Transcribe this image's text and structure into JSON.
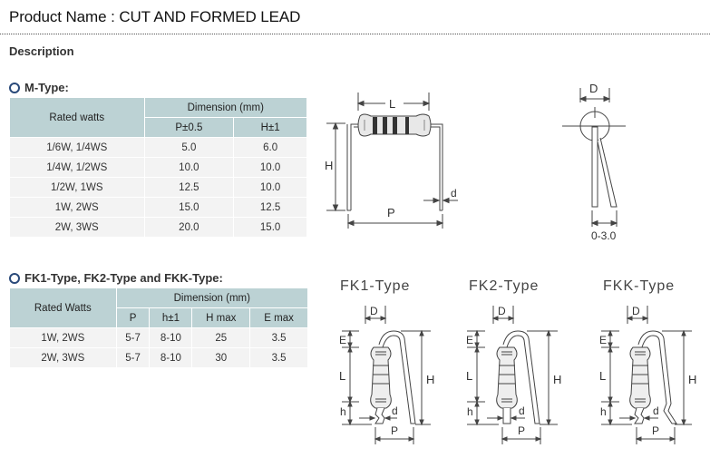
{
  "header": {
    "title": "Product Name : CUT AND FORMED LEAD",
    "section_label": "Description"
  },
  "m_type": {
    "heading": "M-Type:",
    "icon": "circle-bullet-icon",
    "table": {
      "col_rated": "Rated watts",
      "col_group": "Dimension (mm)",
      "col_p": "P±0.5",
      "col_h": "H±1",
      "rows": [
        {
          "rated": "1/6W, 1/4WS",
          "p": "5.0",
          "h": "6.0"
        },
        {
          "rated": "1/4W, 1/2WS",
          "p": "10.0",
          "h": "10.0"
        },
        {
          "rated": "1/2W, 1WS",
          "p": "12.5",
          "h": "10.0"
        },
        {
          "rated": "1W, 2WS",
          "p": "15.0",
          "h": "12.5"
        },
        {
          "rated": "2W, 3WS",
          "p": "20.0",
          "h": "15.0"
        }
      ]
    },
    "diagram_front": {
      "label_l": "L",
      "label_h": "H",
      "label_p": "P",
      "label_d": "d"
    },
    "diagram_side": {
      "label_d": "D",
      "label_offset": "0-3.0"
    }
  },
  "fk_type": {
    "heading": "FK1-Type, FK2-Type and FKK-Type:",
    "icon": "circle-bullet-icon",
    "table": {
      "col_rated": "Rated Watts",
      "col_group": "Dimension (mm)",
      "col_p": "P",
      "col_h_small": "h±1",
      "col_hmax": "H max",
      "col_emax": "E max",
      "rows": [
        {
          "rated": "1W, 2WS",
          "p": "5-7",
          "h_small": "8-10",
          "hmax": "25",
          "emax": "3.5"
        },
        {
          "rated": "2W, 3WS",
          "p": "5-7",
          "h_small": "8-10",
          "hmax": "30",
          "emax": "3.5"
        }
      ]
    },
    "diagrams": [
      {
        "title": "FK1-Type",
        "labels": {
          "D": "D",
          "E": "E",
          "L": "L",
          "h": "h",
          "H": "H",
          "d": "d",
          "P": "P"
        }
      },
      {
        "title": "FK2-Type",
        "labels": {
          "D": "D",
          "E": "E",
          "L": "L",
          "h": "h",
          "H": "H",
          "d": "d",
          "P": "P"
        }
      },
      {
        "title": "FKK-Type",
        "labels": {
          "D": "D",
          "E": "E",
          "L": "L",
          "h": "h",
          "H": "H",
          "d": "d",
          "P": "P"
        }
      }
    ]
  },
  "colors": {
    "table_header_bg": "#bcd2d4",
    "table_row_bg": "#f3f3f3",
    "bullet_ring": "#2a4a7a"
  }
}
